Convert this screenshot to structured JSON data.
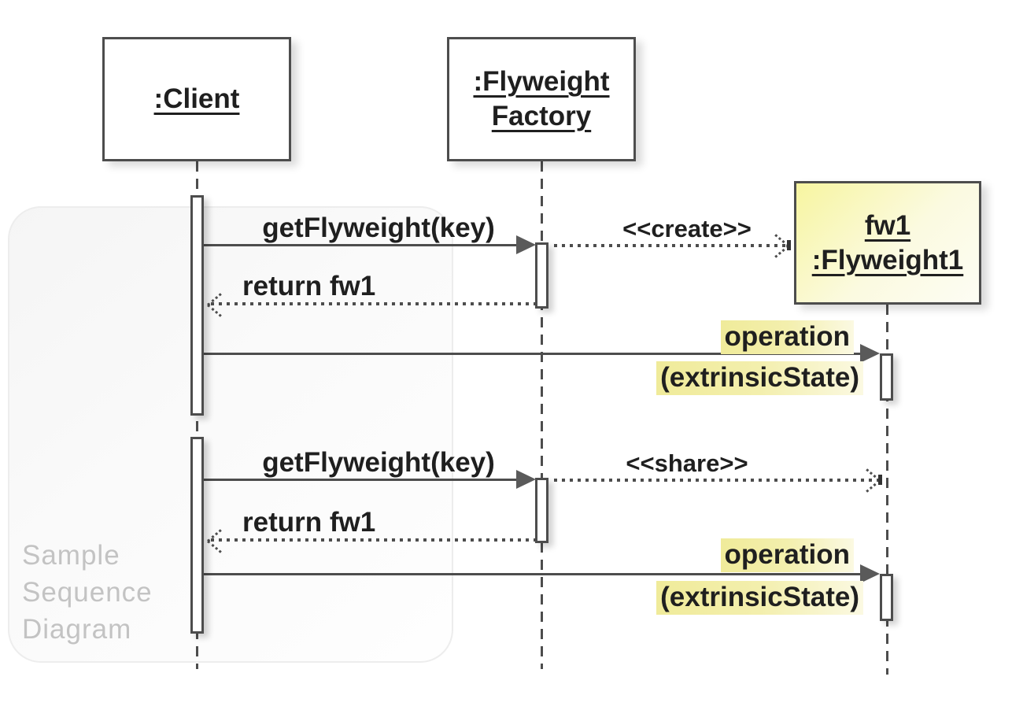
{
  "watermark": {
    "line1": "Sample",
    "line2": "Sequence",
    "line3": "Diagram"
  },
  "objects": {
    "client": {
      "label": ":Client"
    },
    "factory": {
      "line1": ":Flyweight",
      "line2": "Factory"
    },
    "flyweight1": {
      "line1": "fw1",
      "line2": ":Flyweight1"
    }
  },
  "messages": {
    "call1": {
      "label": "getFlyweight(key)",
      "style": "solid-call"
    },
    "create": {
      "label": "<<create>>",
      "style": "dotted"
    },
    "return1": {
      "label": "return fw1",
      "style": "dotted-return"
    },
    "operation1": {
      "name": "operation",
      "args": "(extrinsicState)",
      "style": "solid-call"
    },
    "call2": {
      "label": "getFlyweight(key)",
      "style": "solid-call"
    },
    "share": {
      "label": "<<share>>",
      "style": "dotted"
    },
    "return2": {
      "label": "return fw1",
      "style": "dotted-return"
    },
    "operation2": {
      "name": "operation",
      "args": "(extrinsicState)",
      "style": "solid-call"
    }
  },
  "colors": {
    "line": "#4d4d4d",
    "arrowhead": "#5a5a5a",
    "highlight_yellow": "#f0eb9a",
    "flyweight_box_fill": "#f7f5a0",
    "watermark_text": "#c3c3c3",
    "panel_border": "#ededed"
  }
}
